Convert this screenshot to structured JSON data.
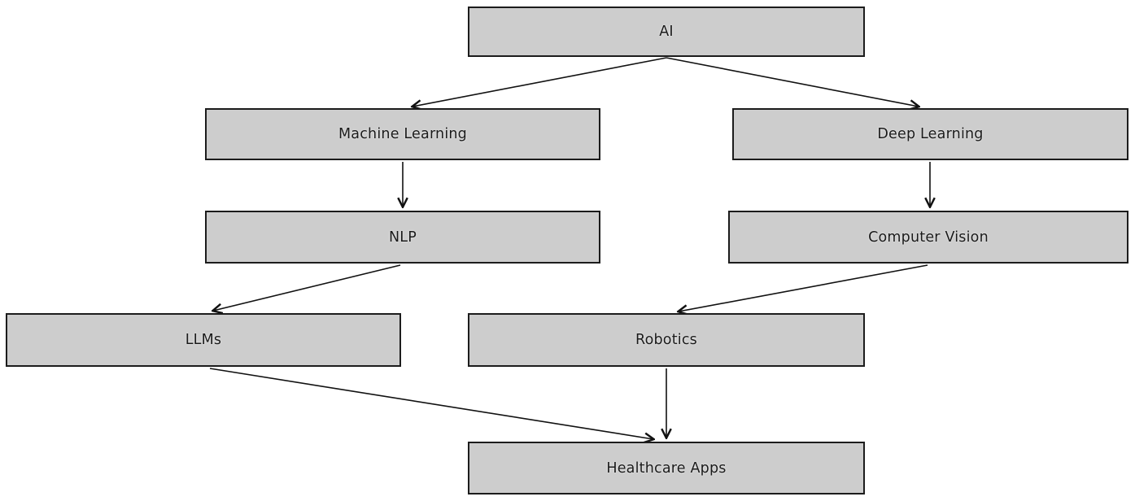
{
  "diagram": {
    "type": "flowchart",
    "background": "#ffffff",
    "node_style": {
      "fill": "#cdcdcd",
      "border_color": "#1c1c1c",
      "text_color": "#1a1a1a"
    },
    "arrow_color": "#111111",
    "nodes": {
      "ai": {
        "label": "AI"
      },
      "ml": {
        "label": "Machine Learning"
      },
      "dl": {
        "label": "Deep Learning"
      },
      "nlp": {
        "label": "NLP"
      },
      "cv": {
        "label": "Computer Vision"
      },
      "llms": {
        "label": "LLMs"
      },
      "robotics": {
        "label": "Robotics"
      },
      "healthcare": {
        "label": "Healthcare Apps"
      }
    },
    "edges": [
      {
        "from": "AI",
        "to": "Machine Learning"
      },
      {
        "from": "AI",
        "to": "Deep Learning"
      },
      {
        "from": "Machine Learning",
        "to": "NLP"
      },
      {
        "from": "Deep Learning",
        "to": "Computer Vision"
      },
      {
        "from": "NLP",
        "to": "LLMs"
      },
      {
        "from": "Computer Vision",
        "to": "Robotics"
      },
      {
        "from": "Robotics",
        "to": "Healthcare Apps"
      },
      {
        "from": "LLMs",
        "to": "Healthcare Apps"
      }
    ]
  }
}
